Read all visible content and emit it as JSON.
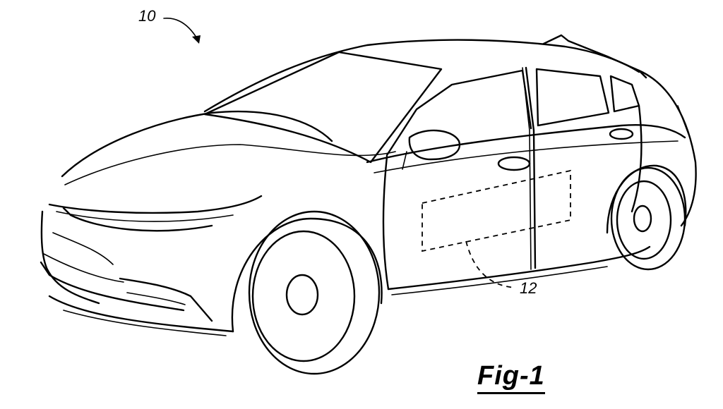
{
  "figure": {
    "label": "Fig-1",
    "references": {
      "vehicle": "10",
      "panel": "12"
    }
  }
}
